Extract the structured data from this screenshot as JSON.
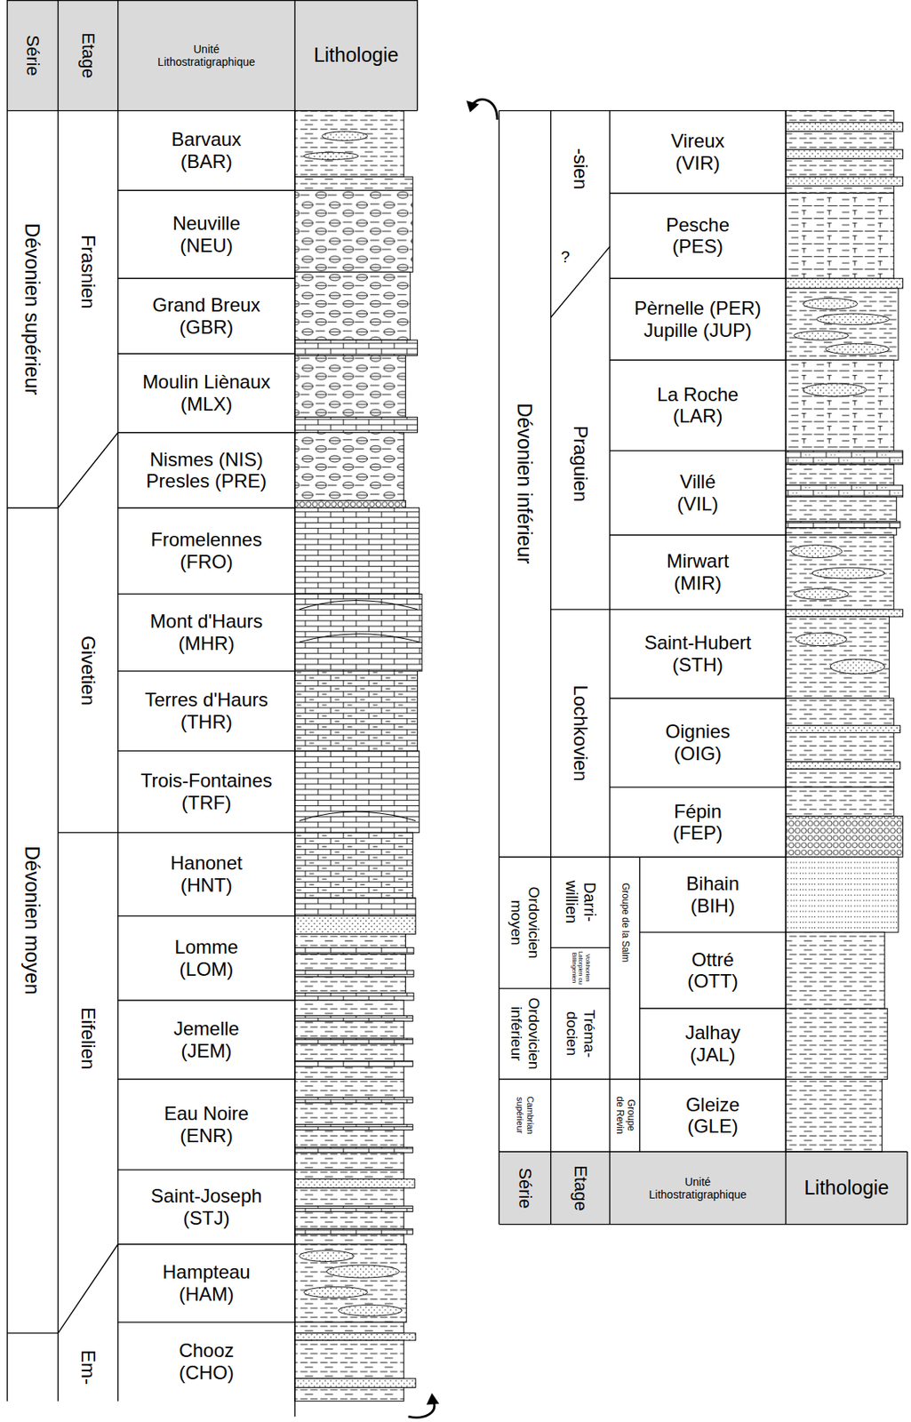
{
  "diagram": {
    "nodes": [
      {
        "text": [
          "Série"
        ]
      },
      {
        "text": [
          "Etage"
        ]
      },
      {
        "text": [
          "Unité Lithostratigraphique"
        ]
      },
      {
        "text": [
          "Lithologie"
        ]
      },
      {
        "text": [
          "Dévonien supérieur"
        ]
      },
      {
        "text": [
          "Dévonien moyen"
        ]
      },
      {
        "text": [
          "Frasnien"
        ]
      },
      {
        "text": [
          "Givetien"
        ]
      },
      {
        "text": [
          "Eifelien"
        ]
      },
      {
        "text": [
          "Em-"
        ]
      },
      {
        "text": [
          "Barvaux (BAR)"
        ]
      },
      {
        "text": [
          "Neuville (NEU)"
        ]
      },
      {
        "text": [
          "Grand Breux (GBR)"
        ]
      },
      {
        "text": [
          "Moulin Liènaux (MLX)"
        ]
      },
      {
        "text": [
          "Nismes (NIS) Presles (PRE)"
        ]
      },
      {
        "text": [
          "Fromelennes (FRO)"
        ]
      },
      {
        "text": [
          "Mont d'Haurs (MHR)"
        ]
      },
      {
        "text": [
          "Terres d'Haurs (THR)"
        ]
      },
      {
        "text": [
          "Trois-Fontaines (TRF)"
        ]
      },
      {
        "text": [
          "Hanonet (HNT)"
        ]
      },
      {
        "text": [
          "Lomme (LOM)"
        ]
      },
      {
        "text": [
          "Jemelle (JEM)"
        ]
      },
      {
        "text": [
          "Eau Noire (ENR)"
        ]
      },
      {
        "text": [
          "Saint-Joseph (STJ)"
        ]
      },
      {
        "text": [
          "Hampteau (HAM)"
        ]
      },
      {
        "text": [
          "Chooz (CHO)"
        ]
      },
      {
        "text": [
          "Dévonien inférieur"
        ]
      },
      {
        "text": [
          "-sien"
        ]
      },
      {
        "text": [
          "Praguien"
        ]
      },
      {
        "text": [
          "Lochkovien"
        ]
      },
      {
        "text": [
          "Vireux (VIR)"
        ]
      },
      {
        "text": [
          "Pesche (PES)"
        ]
      },
      {
        "text": [
          "Pèrnelle (PER) Jupille (JUP)"
        ]
      },
      {
        "text": [
          "La Roche (LAR)"
        ]
      },
      {
        "text": [
          "Villé (VIL)"
        ]
      },
      {
        "text": [
          "Mirwart (MIR)"
        ]
      },
      {
        "text": [
          "Saint-Hubert (STH)"
        ]
      },
      {
        "text": [
          "Oignies (OIG)"
        ]
      },
      {
        "text": [
          "Fépin (FEP)"
        ]
      },
      {
        "text": [
          "Ordovicien moyen"
        ]
      },
      {
        "text": [
          "Ordovicien inférieur"
        ]
      },
      {
        "text": [
          "Cambrian supérieur"
        ]
      },
      {
        "text": [
          "Darri- willien"
        ]
      },
      {
        "text": [
          "Volkhorien Latorpien ou Billingenien"
        ]
      },
      {
        "text": [
          "Tréma- docien"
        ]
      },
      {
        "text": [
          "Groupe de la Salm"
        ]
      },
      {
        "text": [
          "Groupe de Revin"
        ]
      },
      {
        "text": [
          "Bihain (BIH)"
        ]
      },
      {
        "text": [
          "Ottré (OTT)"
        ]
      },
      {
        "text": [
          "Jalhay (JAL)"
        ]
      },
      {
        "text": [
          "Gleize (GLE)"
        ]
      },
      {
        "text": [
          "Série"
        ]
      },
      {
        "text": [
          "Etage"
        ]
      },
      {
        "text": [
          "Unité Lithostratigraphique"
        ]
      },
      {
        "text": [
          "Lithologie"
        ]
      }
    ],
    "labels": [
      "?"
    ]
  }
}
